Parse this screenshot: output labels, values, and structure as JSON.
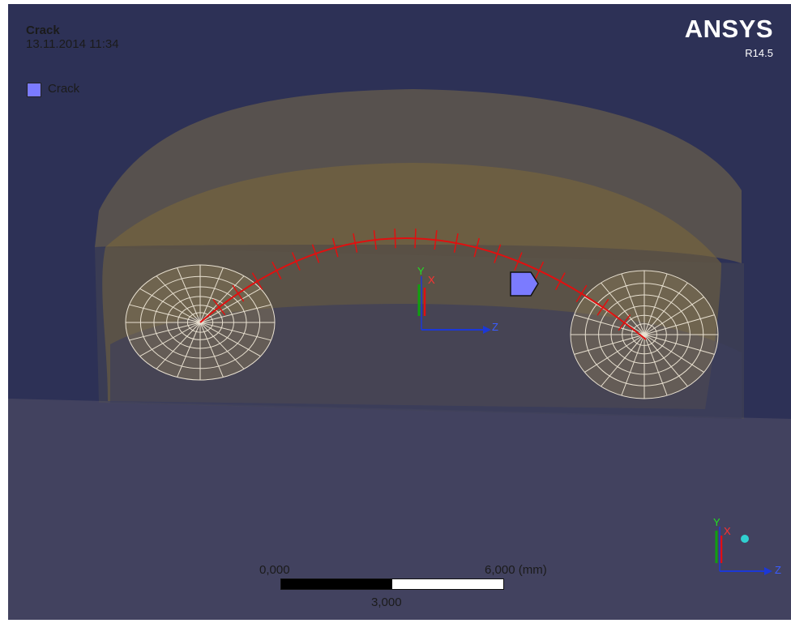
{
  "header": {
    "title": "Crack",
    "date": "13.11.2014 11:34"
  },
  "legend": {
    "label": "Crack",
    "swatch_color": "#7b7bff"
  },
  "brand": {
    "name": "ANSYS",
    "version": "R14.5"
  },
  "axes": {
    "y": "Y",
    "x": "X",
    "z": "Z"
  },
  "scale": {
    "left": "0,000",
    "right": "6,000 (mm)",
    "mid": "3,000"
  },
  "colors": {
    "background": "#2d3156",
    "ground": "#42425f",
    "body": "#6e6247",
    "crack_front": "#e01010"
  },
  "icons": {
    "triad": "xyz-triad-icon",
    "probe": "probe-tag-icon"
  }
}
